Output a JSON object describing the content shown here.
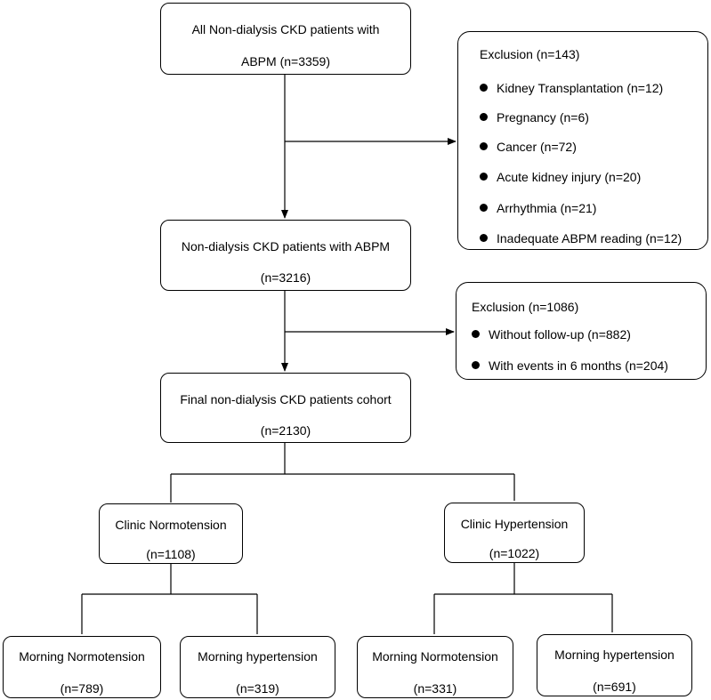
{
  "boxes": {
    "all_patients": {
      "line1": "All Non-dialysis CKD patients with",
      "line2": "ABPM (n=3359)"
    },
    "with_abpm": {
      "line1": "Non-dialysis CKD patients with ABPM",
      "line2": "(n=3216)"
    },
    "final_cohort": {
      "line1": "Final non-dialysis CKD patients cohort",
      "line2": "(n=2130)"
    },
    "clinic_normo": {
      "line1": "Clinic Normotension",
      "line2": "(n=1108)"
    },
    "clinic_hyper": {
      "line1": "Clinic Hypertension",
      "line2": "(n=1022)"
    },
    "cn_morning_normo": {
      "line1": "Morning Normotension",
      "line2": "(n=789)"
    },
    "cn_morning_hyper": {
      "line1": "Morning hypertension",
      "line2": "(n=319)"
    },
    "ch_morning_normo": {
      "line1": "Morning Normotension",
      "line2": "(n=331)"
    },
    "ch_morning_hyper": {
      "line1": "Morning hypertension",
      "line2": "(n=691)"
    }
  },
  "exclusion1": {
    "title": "Exclusion (n=143)",
    "items": [
      "Kidney Transplantation (n=12)",
      "Pregnancy (n=6)",
      "Cancer (n=72)",
      "Acute kidney injury (n=20)",
      "Arrhythmia (n=21)",
      "Inadequate ABPM reading (n=12)"
    ]
  },
  "exclusion2": {
    "title": "Exclusion (n=1086)",
    "items": [
      "Without follow-up (n=882)",
      "With events in 6 months (n=204)"
    ]
  }
}
